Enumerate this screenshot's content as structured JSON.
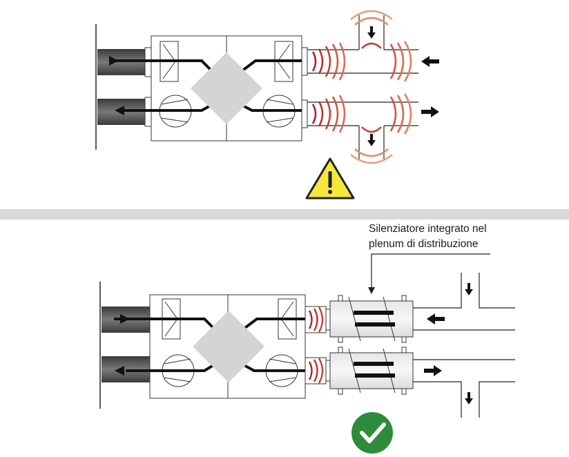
{
  "annotation": {
    "line1": "Silenziatore integrato nel",
    "line2": "plenum di distribuzione"
  },
  "status": {
    "top": "warning",
    "bottom": "ok"
  },
  "icons": {
    "warning": "warning-triangle-icon",
    "ok": "green-checkmark-icon"
  },
  "colors": {
    "separator": "#d9d9d9",
    "duct": "#595959",
    "heat_exchanger": "#d4d4d4",
    "noise_dark": "#a8202a",
    "noise_mid": "#d0483a",
    "noise_light": "#e08f6a",
    "warning_fill": "#f5e83a",
    "ok_fill": "#2e8b3a"
  }
}
